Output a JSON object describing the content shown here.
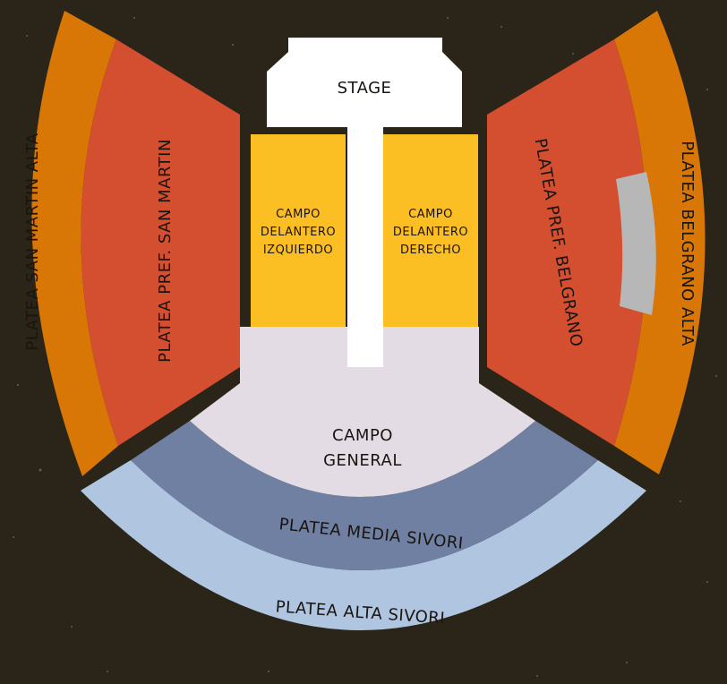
{
  "map": {
    "background": "#2a2518",
    "sections": {
      "stage": {
        "label": "STAGE",
        "color": "#ffffff"
      },
      "campo_izq": {
        "label_lines": [
          "CAMPO",
          "DELANTERO",
          "IZQUIERDO"
        ],
        "color": "#fbbf24"
      },
      "campo_der": {
        "label_lines": [
          "CAMPO",
          "DELANTERO",
          "DERECHO"
        ],
        "color": "#fbbf24"
      },
      "campo_general": {
        "label_lines": [
          "CAMPO",
          "GENERAL"
        ],
        "color": "#e4dce4"
      },
      "platea_pref_san_martin": {
        "label": "PLATEA PREF. SAN MARTIN",
        "color": "#d44e30"
      },
      "platea_pref_belgrano": {
        "label": "PLATEA PREF. BELGRANO",
        "color": "#d44e30"
      },
      "platea_san_martin_alta": {
        "label": "PLATEA SAN MARTIN ALTA",
        "color": "#d97706"
      },
      "platea_belgrano_alta": {
        "label": "PLATEA BELGRANO ALTA",
        "color": "#d97706"
      },
      "platea_media_sivori": {
        "label": "PLATEA MEDIA SIVORI",
        "color": "#6f80a2"
      },
      "platea_alta_sivori": {
        "label": "PLATEA ALTA SIVORI",
        "color": "#b0c6e0"
      },
      "blocked_area": {
        "color": "#b7b7b7"
      }
    }
  }
}
